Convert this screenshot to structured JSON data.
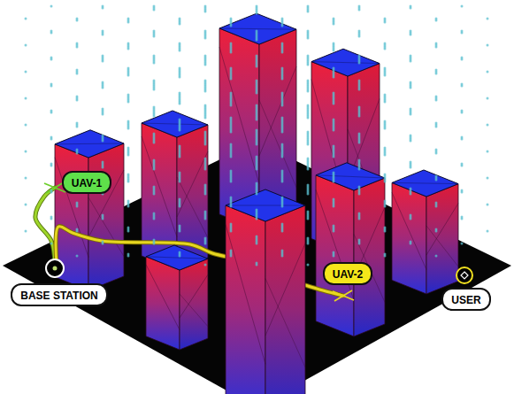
{
  "diagram": {
    "nodes": [
      {
        "text": [
          "UAV-1"
        ]
      },
      {
        "text": [
          "UAV-2"
        ]
      },
      {
        "text": [
          "BASE STATION"
        ]
      },
      {
        "text": [
          "USER"
        ]
      }
    ]
  }
}
